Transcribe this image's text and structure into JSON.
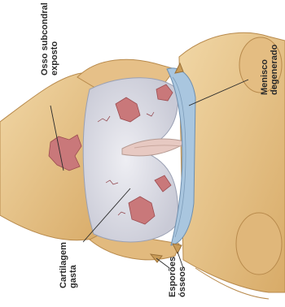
{
  "labels": {
    "osso": {
      "line1": "Osso subcondral",
      "line2": "exposto"
    },
    "menisco": {
      "line1": "Menisco",
      "line2": "degenerado"
    },
    "cartilagem": {
      "line1": "Cartilagem",
      "line2": "gasta"
    },
    "esporoes": {
      "line1": "Esporões",
      "line2": "ósseos"
    }
  },
  "colors": {
    "bone": "#e8c48a",
    "bone_shadow": "#c99c58",
    "cartilage": "#dcdde6",
    "lesion": "#c9787a",
    "meniscus": "#a9c6df"
  }
}
